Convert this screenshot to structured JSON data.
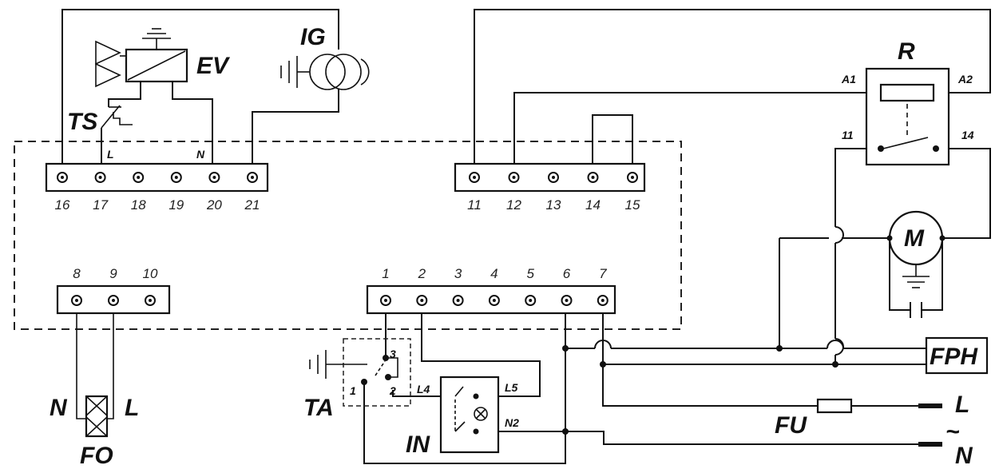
{
  "labels": {
    "ev": "EV",
    "ig": "IG",
    "ts": "TS",
    "r": "R",
    "m": "M",
    "fph": "FPH",
    "fu": "FU",
    "ta": "TA",
    "in": "IN",
    "fo": "FO",
    "mains_l": "L",
    "mains_n": "N",
    "tilde": "~",
    "fo_n": "N",
    "fo_l": "L",
    "tb_l": "L",
    "tb_n": "N",
    "a1": "A1",
    "a2": "A2",
    "r11": "11",
    "r14": "14",
    "l4": "L4",
    "l5": "L5",
    "n2": "N2",
    "ta1": "1",
    "ta2": "2",
    "ta3": "3"
  },
  "terminals": {
    "block_a": [
      "16",
      "17",
      "18",
      "19",
      "20",
      "21"
    ],
    "block_b": [
      "11",
      "12",
      "13",
      "14",
      "15"
    ],
    "block_c": [
      "8",
      "9",
      "10"
    ],
    "block_d": [
      "1",
      "2",
      "3",
      "4",
      "5",
      "6",
      "7"
    ]
  }
}
